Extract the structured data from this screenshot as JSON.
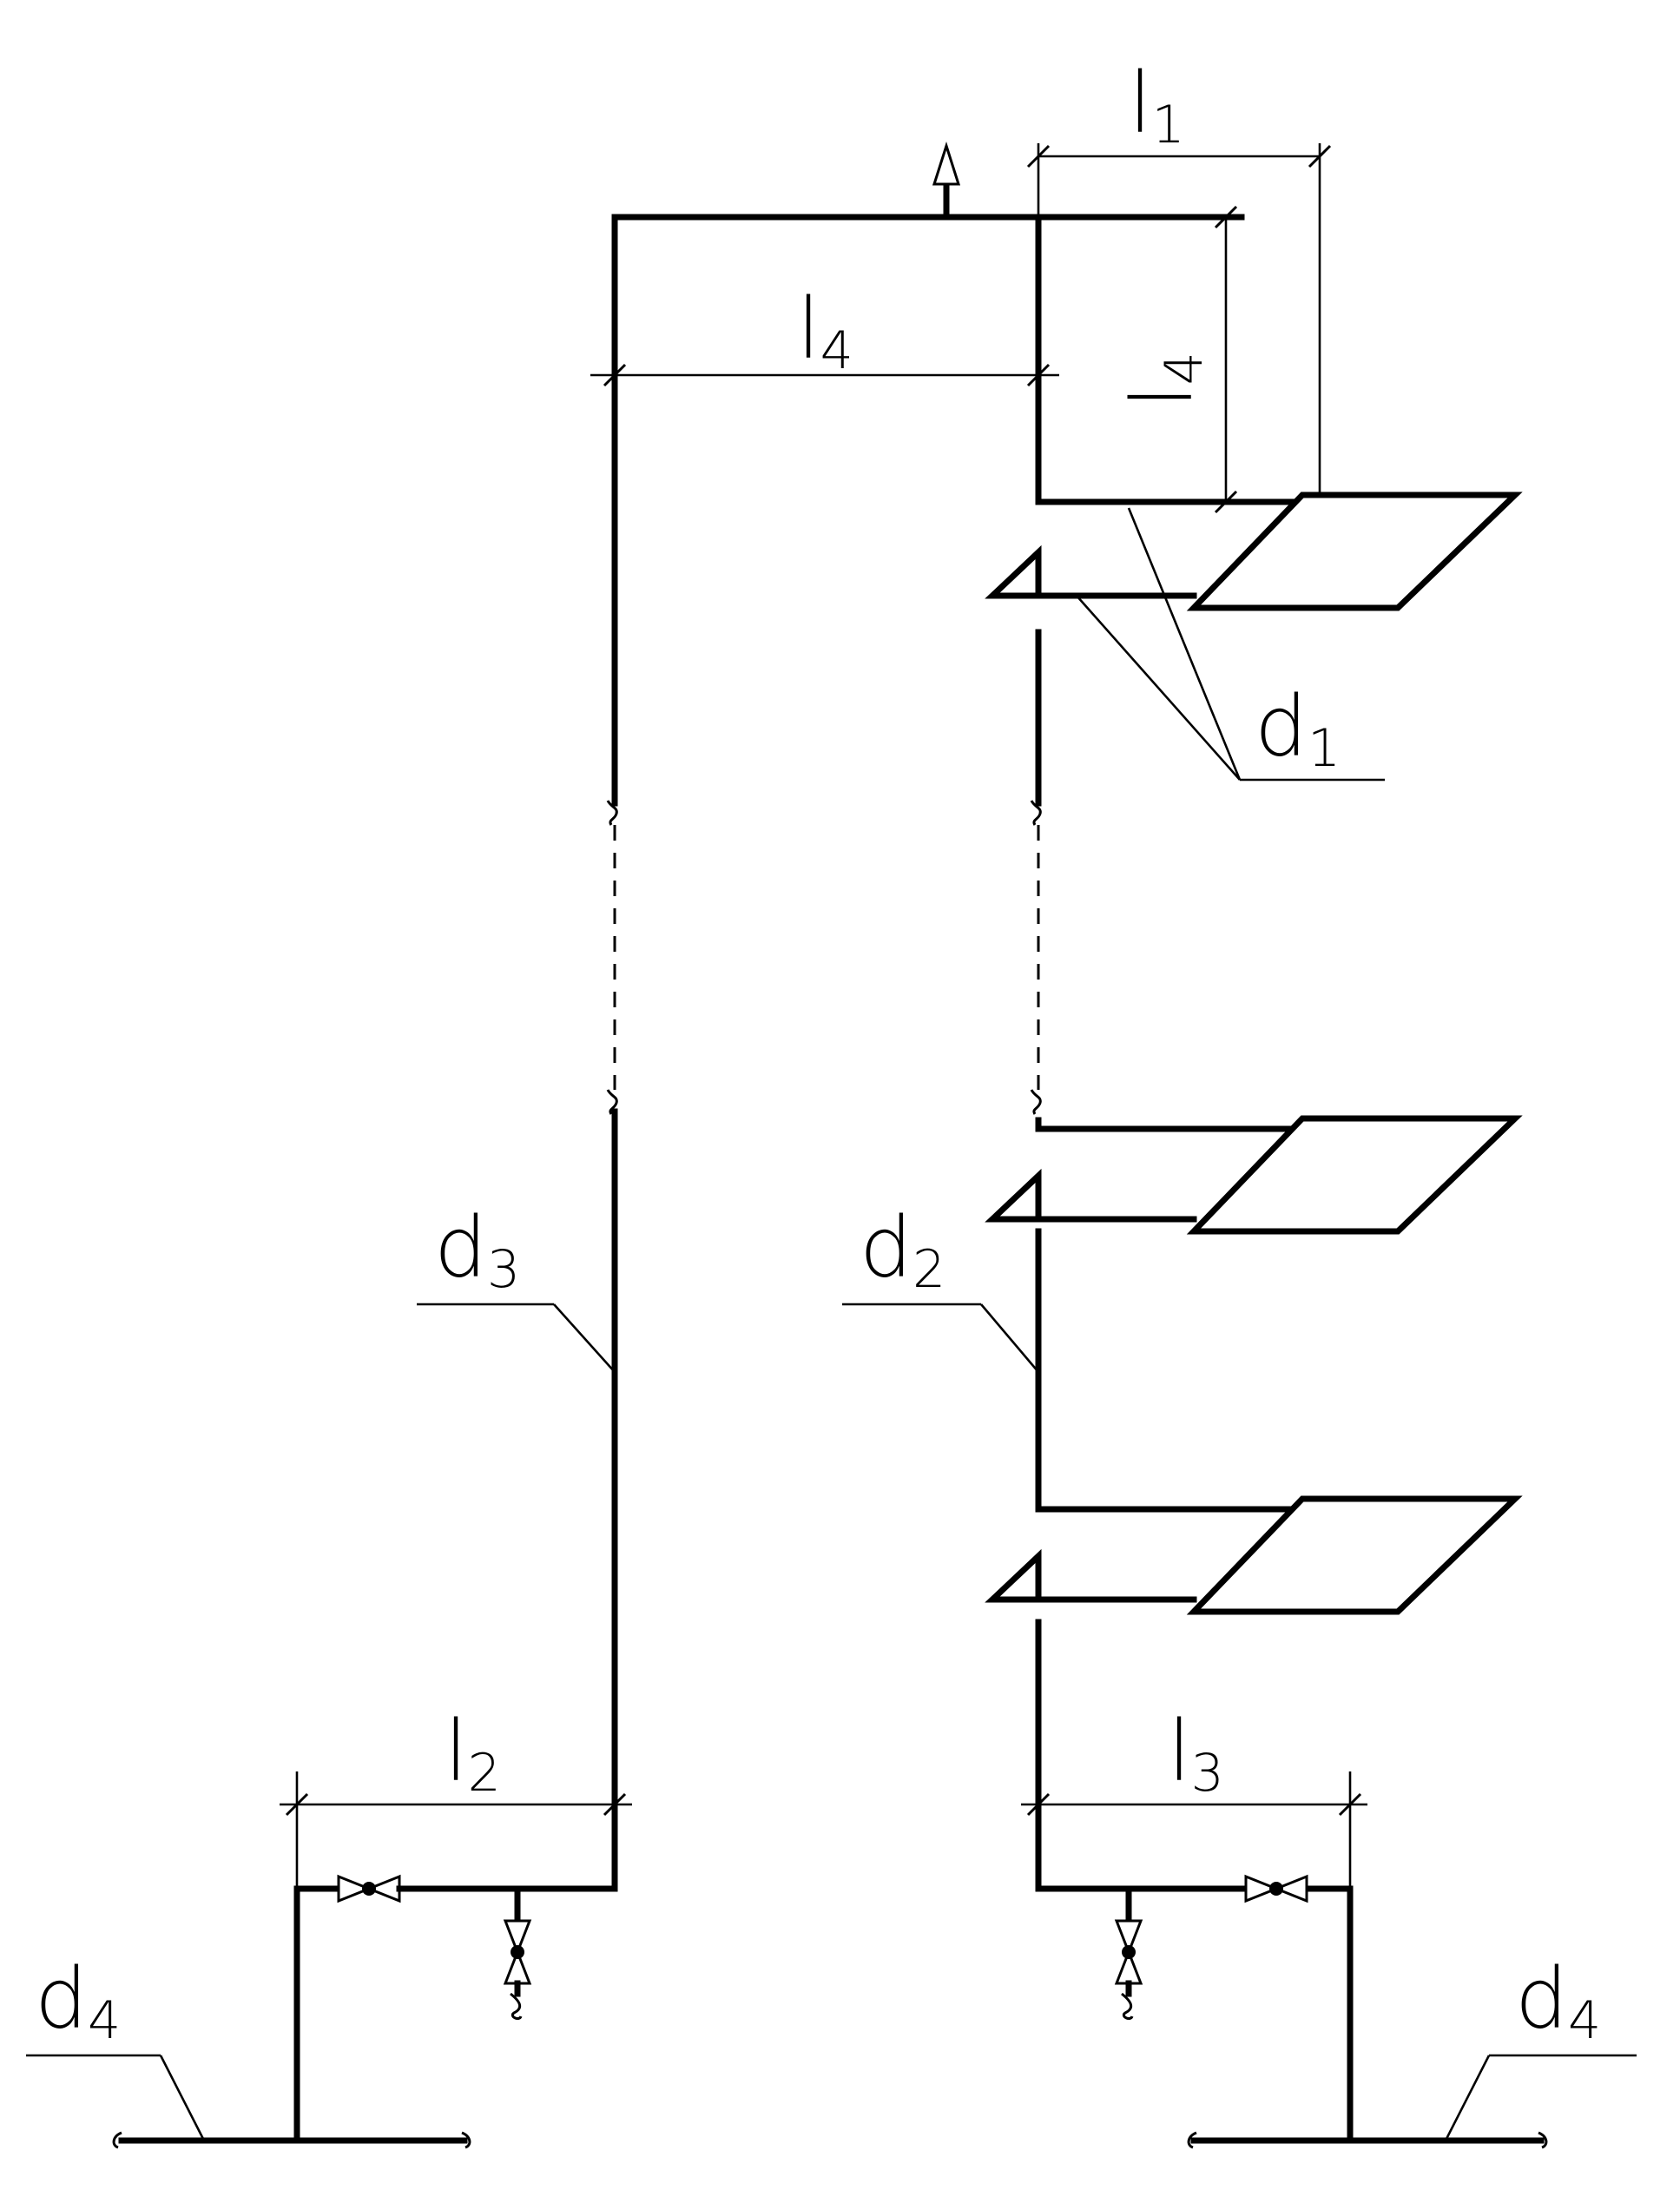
{
  "labels": {
    "l1": {
      "main": "l",
      "sub": "1"
    },
    "l4_horizontal": {
      "main": "l",
      "sub": "4"
    },
    "l4_vertical": {
      "main": "l",
      "sub": "4"
    },
    "l2": {
      "main": "l",
      "sub": "2"
    },
    "l3": {
      "main": "l",
      "sub": "3"
    },
    "d1": {
      "main": "d",
      "sub": "1"
    },
    "d2": {
      "main": "d",
      "sub": "2"
    },
    "d3": {
      "main": "d",
      "sub": "3"
    },
    "d4_left": {
      "main": "d",
      "sub": "4"
    },
    "d4_right": {
      "main": "d",
      "sub": "4"
    }
  },
  "colors": {
    "line": "#000000",
    "background": "#ffffff"
  }
}
